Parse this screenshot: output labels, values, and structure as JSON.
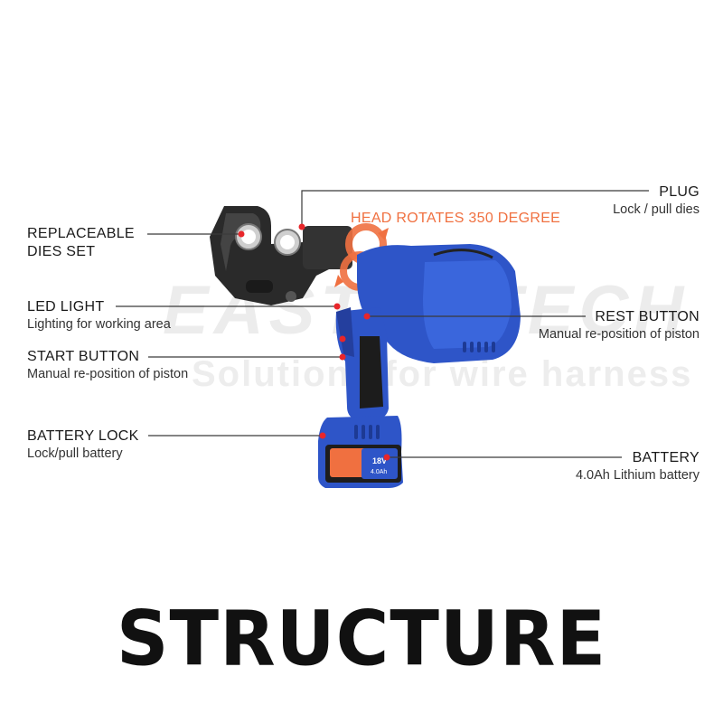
{
  "watermark": {
    "brand": "EASTONTECH",
    "tagline": "Solutions for wire harness"
  },
  "head_rotation": "HEAD ROTATES 350 DEGREE",
  "labels": {
    "dies": {
      "title_line1": "REPLACEABLE",
      "title_line2": "DIES SET"
    },
    "led": {
      "title": "LED LIGHT",
      "desc": "Lighting for working area"
    },
    "start": {
      "title": "START BUTTON",
      "desc": "Manual re-position of piston"
    },
    "battery_lock": {
      "title": "BATTERY LOCK",
      "desc": "Lock/pull battery"
    },
    "plug": {
      "title": "PLUG",
      "desc": "Lock / pull dies"
    },
    "rest": {
      "title": "REST BUTTON",
      "desc": "Manual re-position of piston"
    },
    "battery": {
      "title": "BATTERY",
      "desc": "4.0Ah Lithium battery"
    }
  },
  "battery_badge": {
    "voltage": "18V",
    "capacity": "4.0Ah"
  },
  "footer_title": "STRUCTURE",
  "colors": {
    "tool_blue": "#2e55c8",
    "tool_blue_dark": "#1d3a94",
    "marker_red": "#e8262a",
    "accent_orange": "#f07040",
    "leader_line": "#3a3a3a"
  }
}
